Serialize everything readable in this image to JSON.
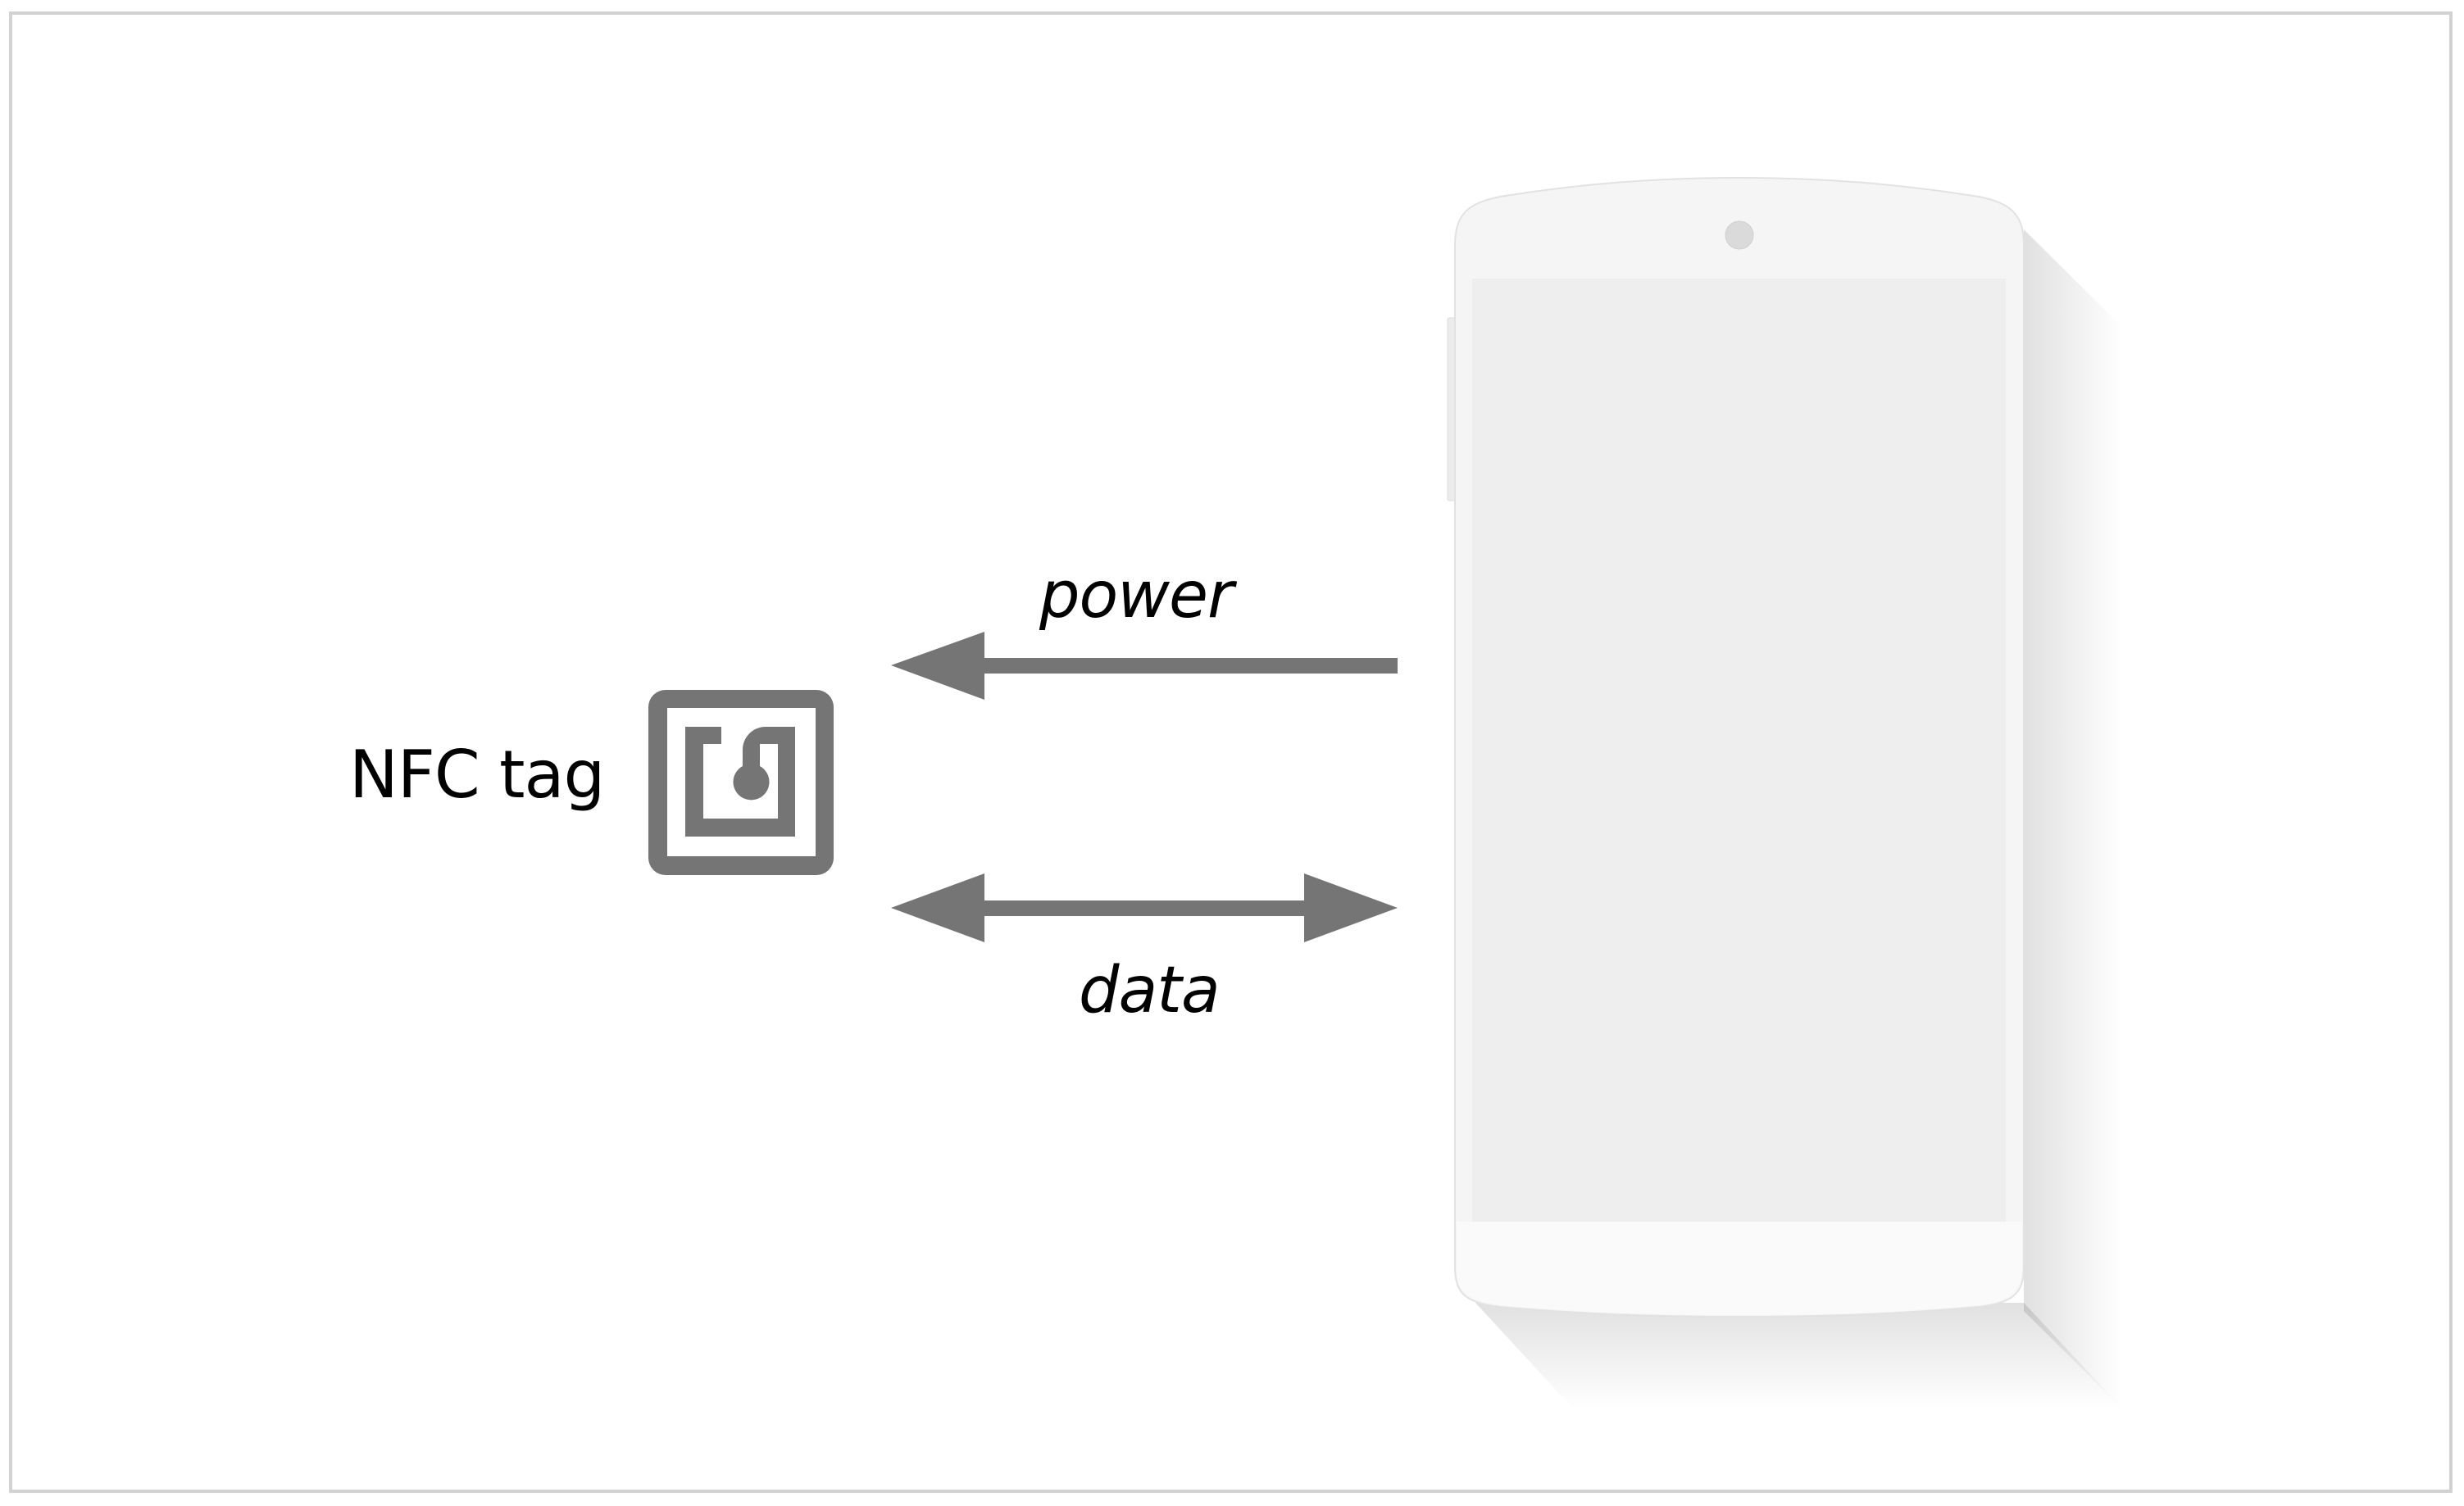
{
  "diagram": {
    "tag_label": "NFC tag",
    "power_label": "power",
    "data_label": "data",
    "icons": {
      "tag": "nfc-icon",
      "device": "smartphone-icon"
    },
    "arrows": [
      {
        "name": "power-arrow",
        "direction": "device-to-tag"
      },
      {
        "name": "data-arrow",
        "direction": "bidirectional"
      }
    ],
    "colors": {
      "arrow": "#757575",
      "icon": "#757575",
      "phone_body": "#f5f5f5",
      "phone_screen": "#eeeeee",
      "frame_border": "#d2d2d2",
      "text": "#000000"
    }
  }
}
